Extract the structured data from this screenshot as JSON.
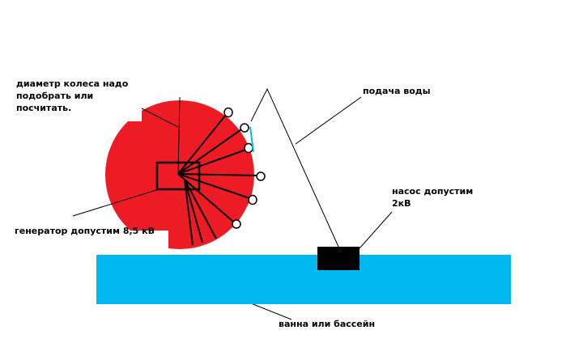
{
  "labels": {
    "diameter": "диаметр колеса надо\nподобрать или\nпосчитать.",
    "water_supply": "подача воды",
    "generator": "генератор допустим 8,5 кВ",
    "pump": "насос допустим\n2кВ",
    "bath": "ванна или бассейн"
  },
  "colors": {
    "wheel": "#ed1c24",
    "water": "#00b7ef",
    "pump": "#000000"
  }
}
